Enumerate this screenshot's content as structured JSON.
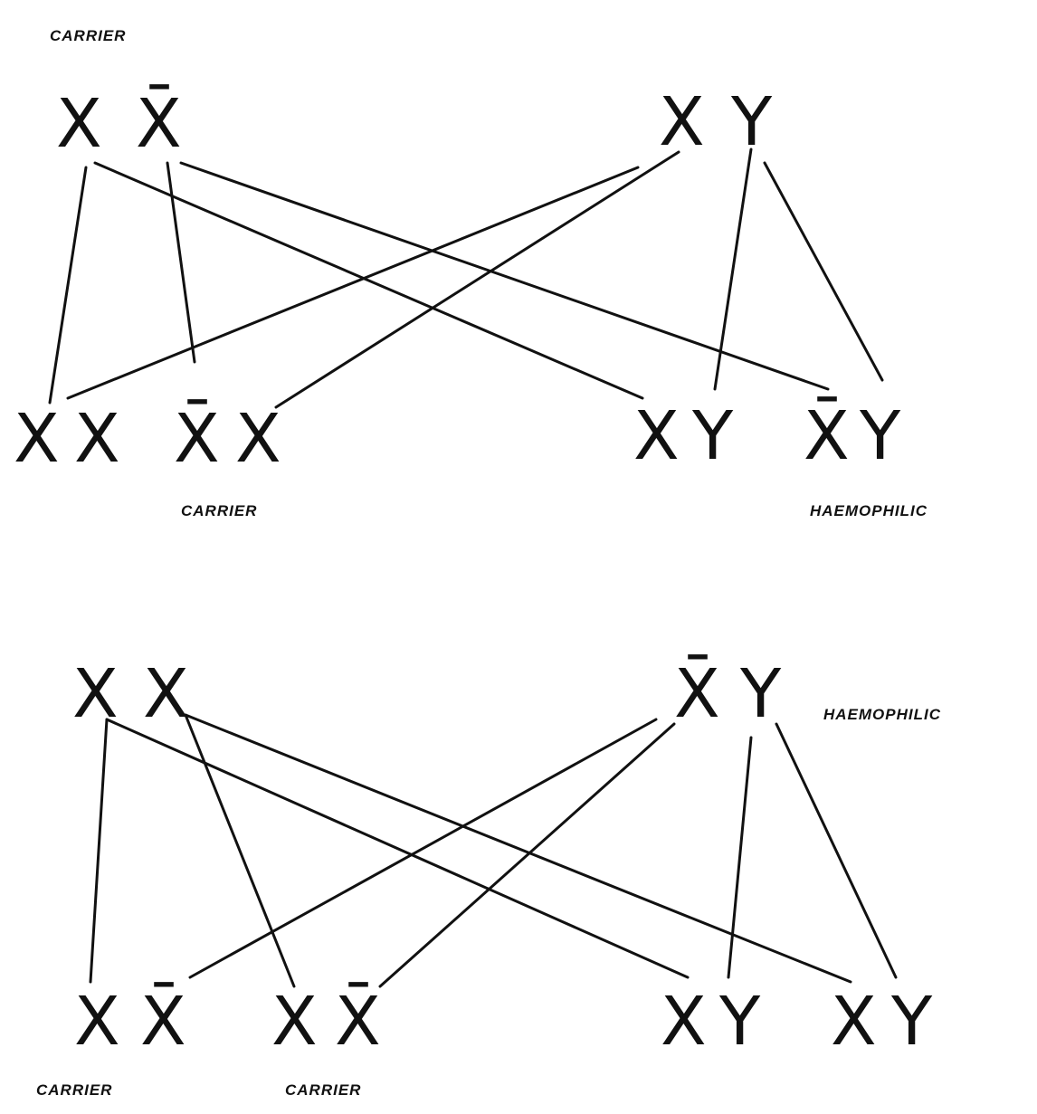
{
  "diagram1": {
    "parent_left": {
      "label": "CARRIER",
      "a1": "X",
      "a2": "X̄"
    },
    "parent_right": {
      "a1": "X",
      "a2": "Y"
    },
    "offspring": [
      {
        "a1": "X",
        "a2": "X"
      },
      {
        "a1": "X̄",
        "a2": "X",
        "label": "CARRIER"
      },
      {
        "a1": "X",
        "a2": "Y"
      },
      {
        "a1": "X̄",
        "a2": "Y",
        "label": "HAEMOPHILIC"
      }
    ]
  },
  "diagram2": {
    "parent_left": {
      "a1": "X",
      "a2": "X"
    },
    "parent_right": {
      "a1": "X̄",
      "a2": "Y",
      "label": "HAEMOPHILIC"
    },
    "offspring": [
      {
        "a1": "X",
        "a2": "X̄",
        "label": "CARRIER"
      },
      {
        "a1": "X",
        "a2": "X̄",
        "label": "CARRIER"
      },
      {
        "a1": "X",
        "a2": "Y"
      },
      {
        "a1": "X",
        "a2": "Y"
      }
    ]
  }
}
